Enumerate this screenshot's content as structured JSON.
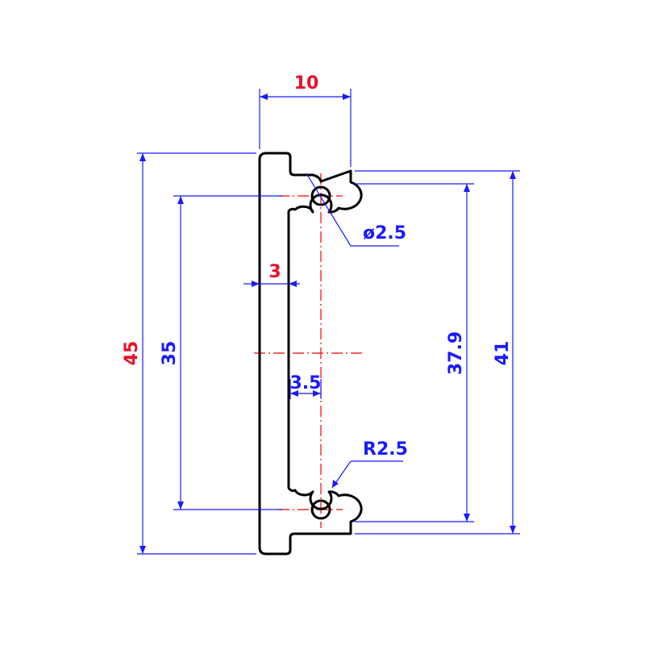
{
  "colors": {
    "profile": "#000000",
    "dimension_line": "#1a1aff",
    "centerline": "#ff0000",
    "label_red": "#e8102a",
    "label_blue": "#1a1aff"
  },
  "dimensions": {
    "width_top": "10",
    "total_height": "45",
    "inner_height": "35",
    "wall_thickness": "3",
    "offset_to_center": "3.5",
    "hole_diameter": "ø2.5",
    "fillet_radius": "R2.5",
    "pitch_height": "37.9",
    "flange_height": "41"
  }
}
